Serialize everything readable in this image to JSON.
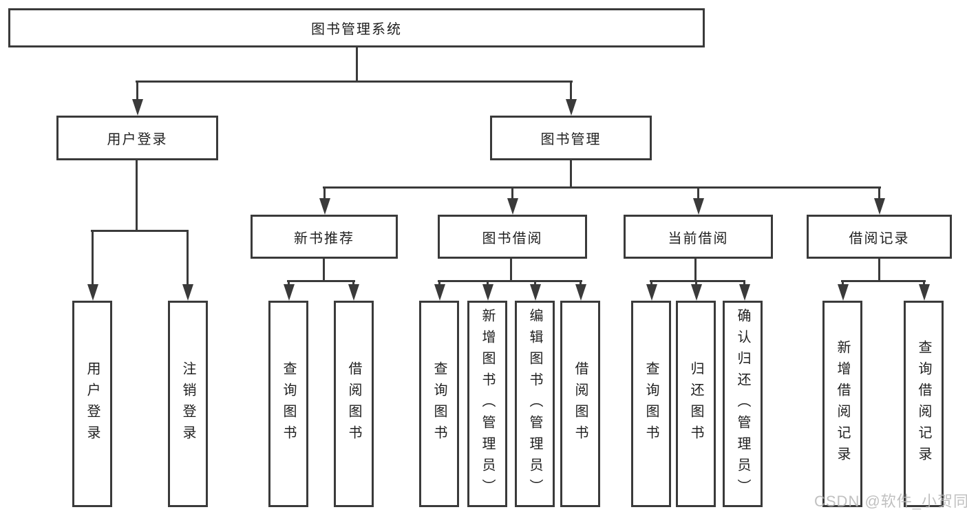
{
  "root": {
    "label": "图书管理系统"
  },
  "level2": [
    {
      "label": "用户登录"
    },
    {
      "label": "图书管理"
    }
  ],
  "level3": [
    {
      "label": "新书推荐"
    },
    {
      "label": "图书借阅"
    },
    {
      "label": "当前借阅"
    },
    {
      "label": "借阅记录"
    }
  ],
  "leaves": [
    {
      "label": "用户登录"
    },
    {
      "label": "注销登录"
    },
    {
      "label": "查询图书"
    },
    {
      "label": "借阅图书"
    },
    {
      "label": "查询图书"
    },
    {
      "label": "新增图书（管理员）"
    },
    {
      "label": "编辑图书（管理员）"
    },
    {
      "label": "借阅图书"
    },
    {
      "label": "查询图书"
    },
    {
      "label": "归还图书"
    },
    {
      "label": "确认归还（管理员）"
    },
    {
      "label": "新增借阅记录"
    },
    {
      "label": "查询借阅记录"
    }
  ],
  "watermark": "CSDN @软件_小贺同学",
  "colors": {
    "line": "#3a3a3a",
    "text": "#1f1f1f",
    "watermark": "#b6b6b6",
    "background": "#ffffff"
  }
}
